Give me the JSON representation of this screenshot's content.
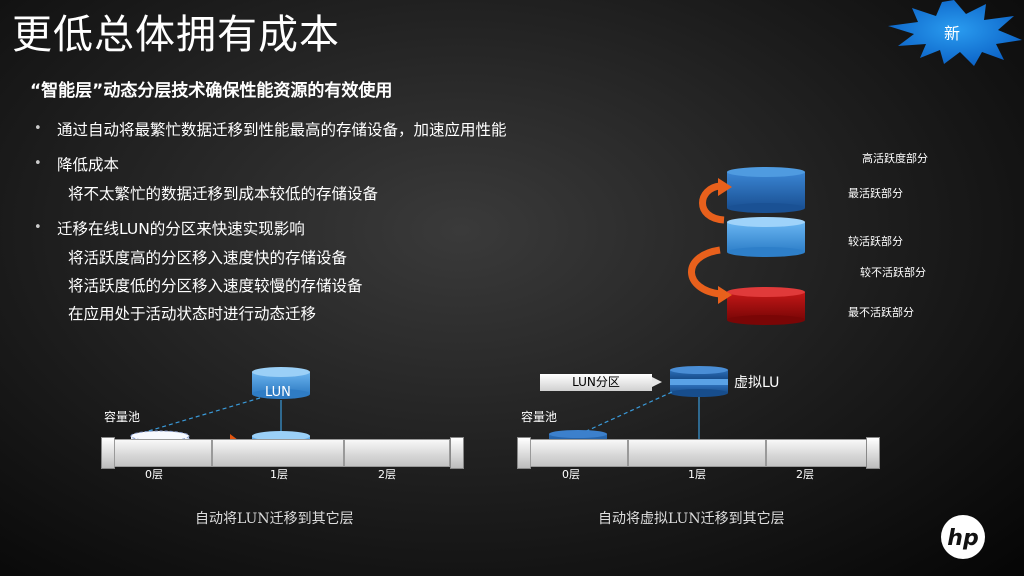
{
  "slide": {
    "title": "更低总体拥有成本",
    "badge": "新",
    "subtitle": "“智能层”动态分层技术确保性能资源的有效使用",
    "bullets": [
      {
        "marker": "•",
        "text": "通过自动将最繁忙数据迁移到性能最高的存储设备，加速应用性能"
      },
      {
        "marker": "•",
        "text": "降低成本"
      },
      {
        "marker": "•",
        "text": "迁移在线LUN的分区来快速实现影响"
      }
    ],
    "sub_lines": [
      "将不太繁忙的数据迁移到成本较低的存储设备",
      "将活跃度高的分区移入速度快的存储设备",
      "将活跃度低的分区移入速度较慢的存储设备",
      "在应用处于活动状态时进行动态迁移"
    ]
  },
  "tiers_diagram": {
    "header": "高活跃度部分",
    "levels": [
      "最活跃部分",
      "较活跃部分",
      "较不活跃部分",
      "最不活跃部分"
    ],
    "colors": {
      "active": "#2a6fb5",
      "inactive": "#b01010",
      "arrow": "#e8601c"
    }
  },
  "left_diagram": {
    "lun_label": "LUN",
    "pool_label": "容量池",
    "tiers": [
      "0层",
      "1层",
      "2层"
    ],
    "caption": "自动将LUN迁移到其它层"
  },
  "right_diagram": {
    "callout": "LUN分区",
    "virtual_label": "虚拟LU",
    "pool_label": "容量池",
    "tiers": [
      "0层",
      "1层",
      "2层"
    ],
    "caption": "自动将虚拟LUN迁移到其它层"
  },
  "brand": {
    "logo": "hp"
  }
}
